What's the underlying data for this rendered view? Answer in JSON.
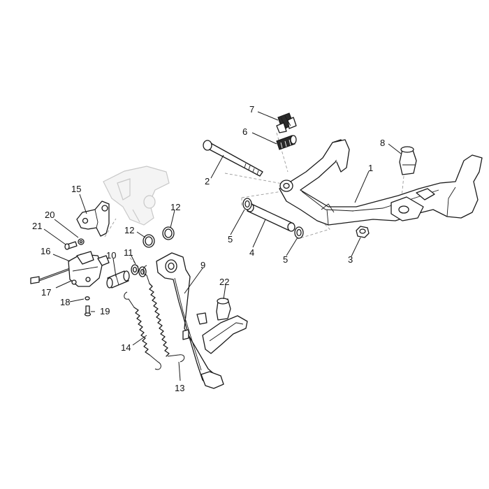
{
  "callouts": [
    {
      "id": "1",
      "label": "1"
    },
    {
      "id": "2",
      "label": "2"
    },
    {
      "id": "3",
      "label": "3"
    },
    {
      "id": "4",
      "label": "4"
    },
    {
      "id": "5a",
      "label": "5"
    },
    {
      "id": "5b",
      "label": "5"
    },
    {
      "id": "6",
      "label": "6"
    },
    {
      "id": "7",
      "label": "7"
    },
    {
      "id": "8",
      "label": "8"
    },
    {
      "id": "9",
      "label": "9"
    },
    {
      "id": "10",
      "label": "10"
    },
    {
      "id": "11",
      "label": "11"
    },
    {
      "id": "12a",
      "label": "12"
    },
    {
      "id": "12b",
      "label": "12"
    },
    {
      "id": "13",
      "label": "13"
    },
    {
      "id": "14",
      "label": "14"
    },
    {
      "id": "15",
      "label": "15"
    },
    {
      "id": "16",
      "label": "16"
    },
    {
      "id": "17",
      "label": "17"
    },
    {
      "id": "18",
      "label": "18"
    },
    {
      "id": "19",
      "label": "19"
    },
    {
      "id": "20",
      "label": "20"
    },
    {
      "id": "21",
      "label": "21"
    },
    {
      "id": "22",
      "label": "22"
    }
  ]
}
